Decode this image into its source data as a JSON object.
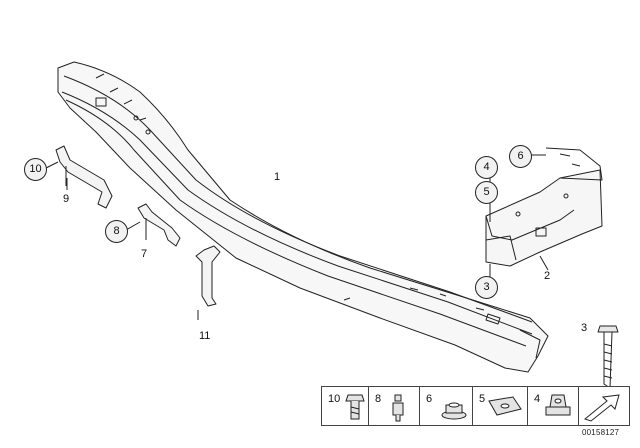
{
  "callouts": {
    "bumper_carrier": "1",
    "bracket_right": "2",
    "screw_right": "3",
    "bolt_bottom": "3",
    "nut_4": "4",
    "nut_5": "5",
    "bolt_6": "6",
    "clip_8": "8",
    "bracket_7": "7",
    "clip_10": "10",
    "bracket_9": "9",
    "bracket_11": "11"
  },
  "legend": {
    "items": [
      {
        "number": "10",
        "icon": "hex-bolt-icon"
      },
      {
        "number": "8",
        "icon": "rivet-icon"
      },
      {
        "number": "6",
        "icon": "flange-nut-icon"
      },
      {
        "number": "5",
        "icon": "cage-nut-plate-icon"
      },
      {
        "number": "4",
        "icon": "collar-nut-icon"
      },
      {
        "number": "",
        "icon": "arrow-icon"
      }
    ]
  },
  "doc_id": "00158127",
  "colors": {
    "line": "#222222",
    "fill_light": "#f4f4f4",
    "shade": "#cfcfcf"
  }
}
